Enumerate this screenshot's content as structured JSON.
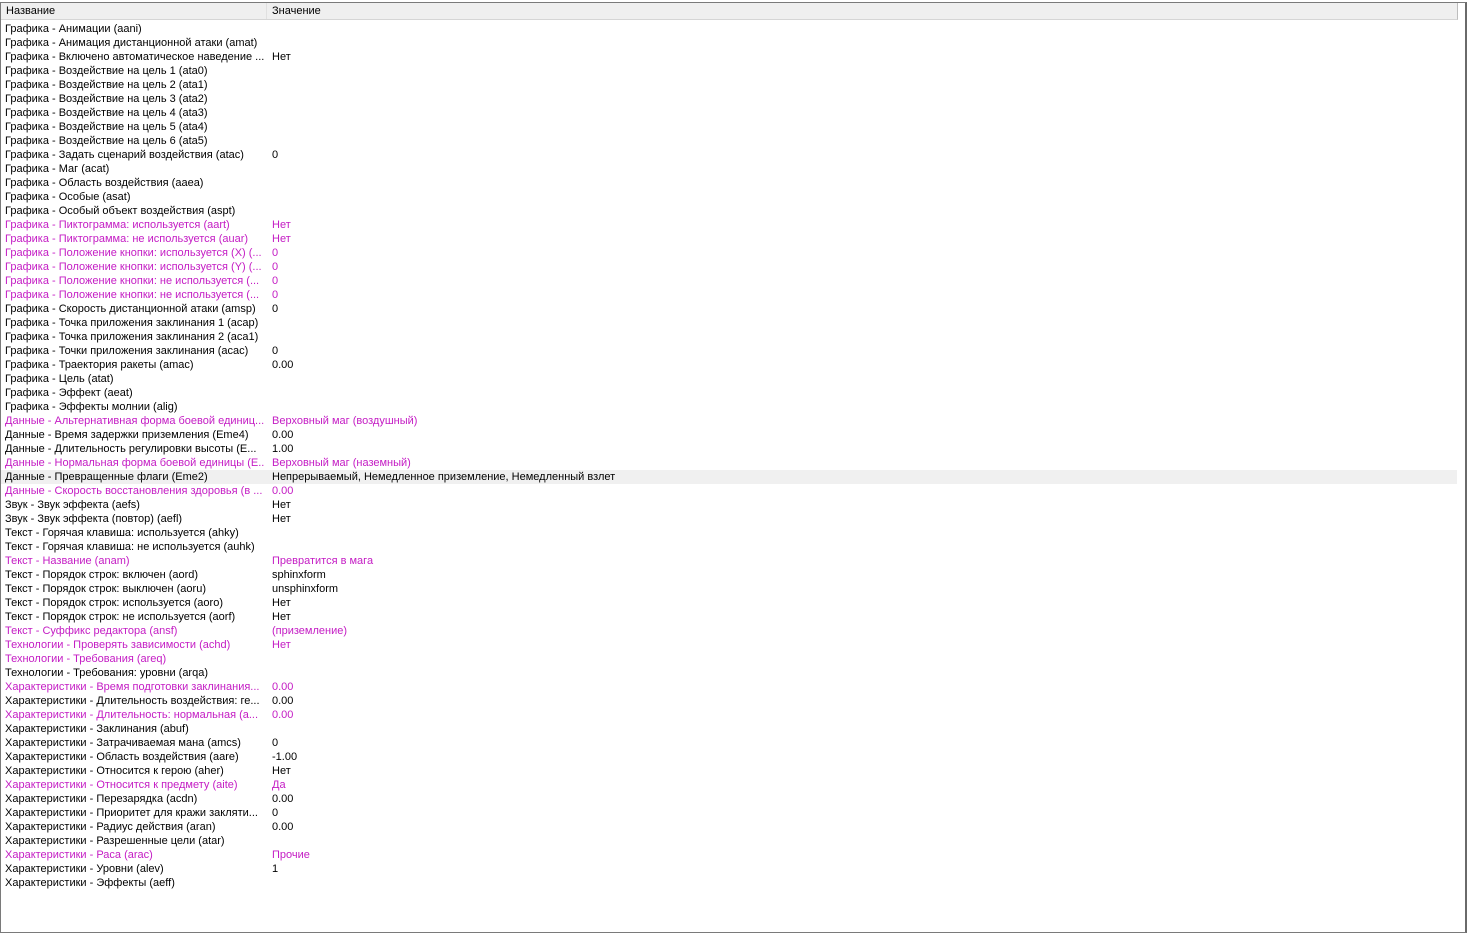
{
  "columns": {
    "name": "Название",
    "value": "Значение"
  },
  "colors": {
    "modified": "#c41cc4",
    "normal": "#000000",
    "selected_row": "#f0f0f0"
  },
  "rows": [
    {
      "name": "Графика - Анимации (aani)",
      "value": "",
      "modified": false
    },
    {
      "name": "Графика - Анимация дистанционной атаки (amat)",
      "value": "",
      "modified": false
    },
    {
      "name": "Графика - Включено автоматическое наведение ...",
      "value": "Нет",
      "modified": false
    },
    {
      "name": "Графика - Воздействие на цель 1 (ata0)",
      "value": "",
      "modified": false
    },
    {
      "name": "Графика - Воздействие на цель 2 (ata1)",
      "value": "",
      "modified": false
    },
    {
      "name": "Графика - Воздействие на цель 3 (ata2)",
      "value": "",
      "modified": false
    },
    {
      "name": "Графика - Воздействие на цель 4 (ata3)",
      "value": "",
      "modified": false
    },
    {
      "name": "Графика - Воздействие на цель 5 (ata4)",
      "value": "",
      "modified": false
    },
    {
      "name": "Графика - Воздействие на цель 6 (ata5)",
      "value": "",
      "modified": false
    },
    {
      "name": "Графика - Задать сценарий воздействия (atac)",
      "value": "0",
      "modified": false
    },
    {
      "name": "Графика - Маг (acat)",
      "value": "",
      "modified": false
    },
    {
      "name": "Графика - Область воздействия (aaea)",
      "value": "",
      "modified": false
    },
    {
      "name": "Графика - Особые (asat)",
      "value": "",
      "modified": false
    },
    {
      "name": "Графика - Особый объект воздействия (aspt)",
      "value": "",
      "modified": false
    },
    {
      "name": "Графика - Пиктограмма: используется (aart)",
      "value": "Нет",
      "modified": true
    },
    {
      "name": "Графика - Пиктограмма: не используется (auar)",
      "value": "Нет",
      "modified": true
    },
    {
      "name": "Графика - Положение кнопки: используется (X) (...",
      "value": "0",
      "modified": true
    },
    {
      "name": "Графика - Положение кнопки: используется (Y) (...",
      "value": "0",
      "modified": true
    },
    {
      "name": "Графика - Положение кнопки: не используется (...",
      "value": "0",
      "modified": true
    },
    {
      "name": "Графика - Положение кнопки: не используется (...",
      "value": "0",
      "modified": true
    },
    {
      "name": "Графика - Скорость дистанционной атаки (amsp)",
      "value": "0",
      "modified": false
    },
    {
      "name": "Графика - Точка приложения заклинания 1 (acap)",
      "value": "",
      "modified": false
    },
    {
      "name": "Графика - Точка приложения заклинания 2 (aca1)",
      "value": "",
      "modified": false
    },
    {
      "name": "Графика - Точки приложения заклинания (acac)",
      "value": "0",
      "modified": false
    },
    {
      "name": "Графика - Траектория ракеты (amac)",
      "value": "0.00",
      "modified": false
    },
    {
      "name": "Графика - Цель (atat)",
      "value": "",
      "modified": false
    },
    {
      "name": "Графика - Эффект (aeat)",
      "value": "",
      "modified": false
    },
    {
      "name": "Графика - Эффекты молнии (alig)",
      "value": "",
      "modified": false
    },
    {
      "name": "Данные - Альтернативная форма боевой единиц...",
      "value": "Верховный маг (воздушный)",
      "modified": true
    },
    {
      "name": "Данные - Время задержки приземления (Eme4)",
      "value": "0.00",
      "modified": false
    },
    {
      "name": "Данные - Длительность регулировки высоты (E...",
      "value": "1.00",
      "modified": false
    },
    {
      "name": "Данные - Нормальная форма боевой единицы (E...",
      "value": "Верховный маг (наземный)",
      "modified": true
    },
    {
      "name": "Данные - Превращенные флаги (Eme2)",
      "value": "Непрерываемый, Немедленное приземление, Немедленный взлет",
      "modified": false,
      "selected": true
    },
    {
      "name": "Данные - Скорость восстановления здоровья (в ...",
      "value": "0.00",
      "modified": true
    },
    {
      "name": "Звук - Звук эффекта (aefs)",
      "value": "Нет",
      "modified": false
    },
    {
      "name": "Звук - Звук эффекта (повтор) (aefl)",
      "value": "Нет",
      "modified": false
    },
    {
      "name": "Текст - Горячая клавиша: используется (ahky)",
      "value": "",
      "modified": false
    },
    {
      "name": "Текст - Горячая клавиша: не используется (auhk)",
      "value": "",
      "modified": false
    },
    {
      "name": "Текст - Название (anam)",
      "value": "Превратится в мага",
      "modified": true
    },
    {
      "name": "Текст - Порядок строк: включен (aord)",
      "value": "sphinxform",
      "modified": false
    },
    {
      "name": "Текст - Порядок строк: выключен (aoru)",
      "value": "unsphinxform",
      "modified": false
    },
    {
      "name": "Текст - Порядок строк: используется (aoro)",
      "value": "Нет",
      "modified": false
    },
    {
      "name": "Текст - Порядок строк: не используется (aorf)",
      "value": "Нет",
      "modified": false
    },
    {
      "name": "Текст - Суффикс редактора (ansf)",
      "value": " (приземление)",
      "modified": true
    },
    {
      "name": "Технологии - Проверять зависимости (achd)",
      "value": "Нет",
      "modified": true
    },
    {
      "name": "Технологии - Требования (areq)",
      "value": "",
      "modified": true
    },
    {
      "name": "Технологии - Требования: уровни (arqa)",
      "value": "",
      "modified": false
    },
    {
      "name": "Характеристики - Время подготовки заклинания...",
      "value": "0.00",
      "modified": true
    },
    {
      "name": "Характеристики - Длительность воздействия: ге...",
      "value": "0.00",
      "modified": false
    },
    {
      "name": "Характеристики - Длительность: нормальная (а...",
      "value": "0.00",
      "modified": true
    },
    {
      "name": "Характеристики - Заклинания (abuf)",
      "value": "",
      "modified": false
    },
    {
      "name": "Характеристики - Затрачиваемая мана (amcs)",
      "value": "0",
      "modified": false
    },
    {
      "name": "Характеристики - Область воздействия (aare)",
      "value": "-1.00",
      "modified": false
    },
    {
      "name": "Характеристики - Относится к герою (aher)",
      "value": "Нет",
      "modified": false
    },
    {
      "name": "Характеристики - Относится к предмету (aite)",
      "value": "Да",
      "modified": true
    },
    {
      "name": "Характеристики - Перезарядка (acdn)",
      "value": "0.00",
      "modified": false
    },
    {
      "name": "Характеристики - Приоритет для кражи закляти...",
      "value": "0",
      "modified": false
    },
    {
      "name": "Характеристики - Радиус действия (aran)",
      "value": "0.00",
      "modified": false
    },
    {
      "name": "Характеристики - Разрешенные цели (atar)",
      "value": "",
      "modified": false
    },
    {
      "name": "Характеристики - Раса (arac)",
      "value": "Прочие",
      "modified": true
    },
    {
      "name": "Характеристики - Уровни (alev)",
      "value": "1",
      "modified": false
    },
    {
      "name": "Характеристики - Эффекты (aeff)",
      "value": "",
      "modified": false
    }
  ]
}
